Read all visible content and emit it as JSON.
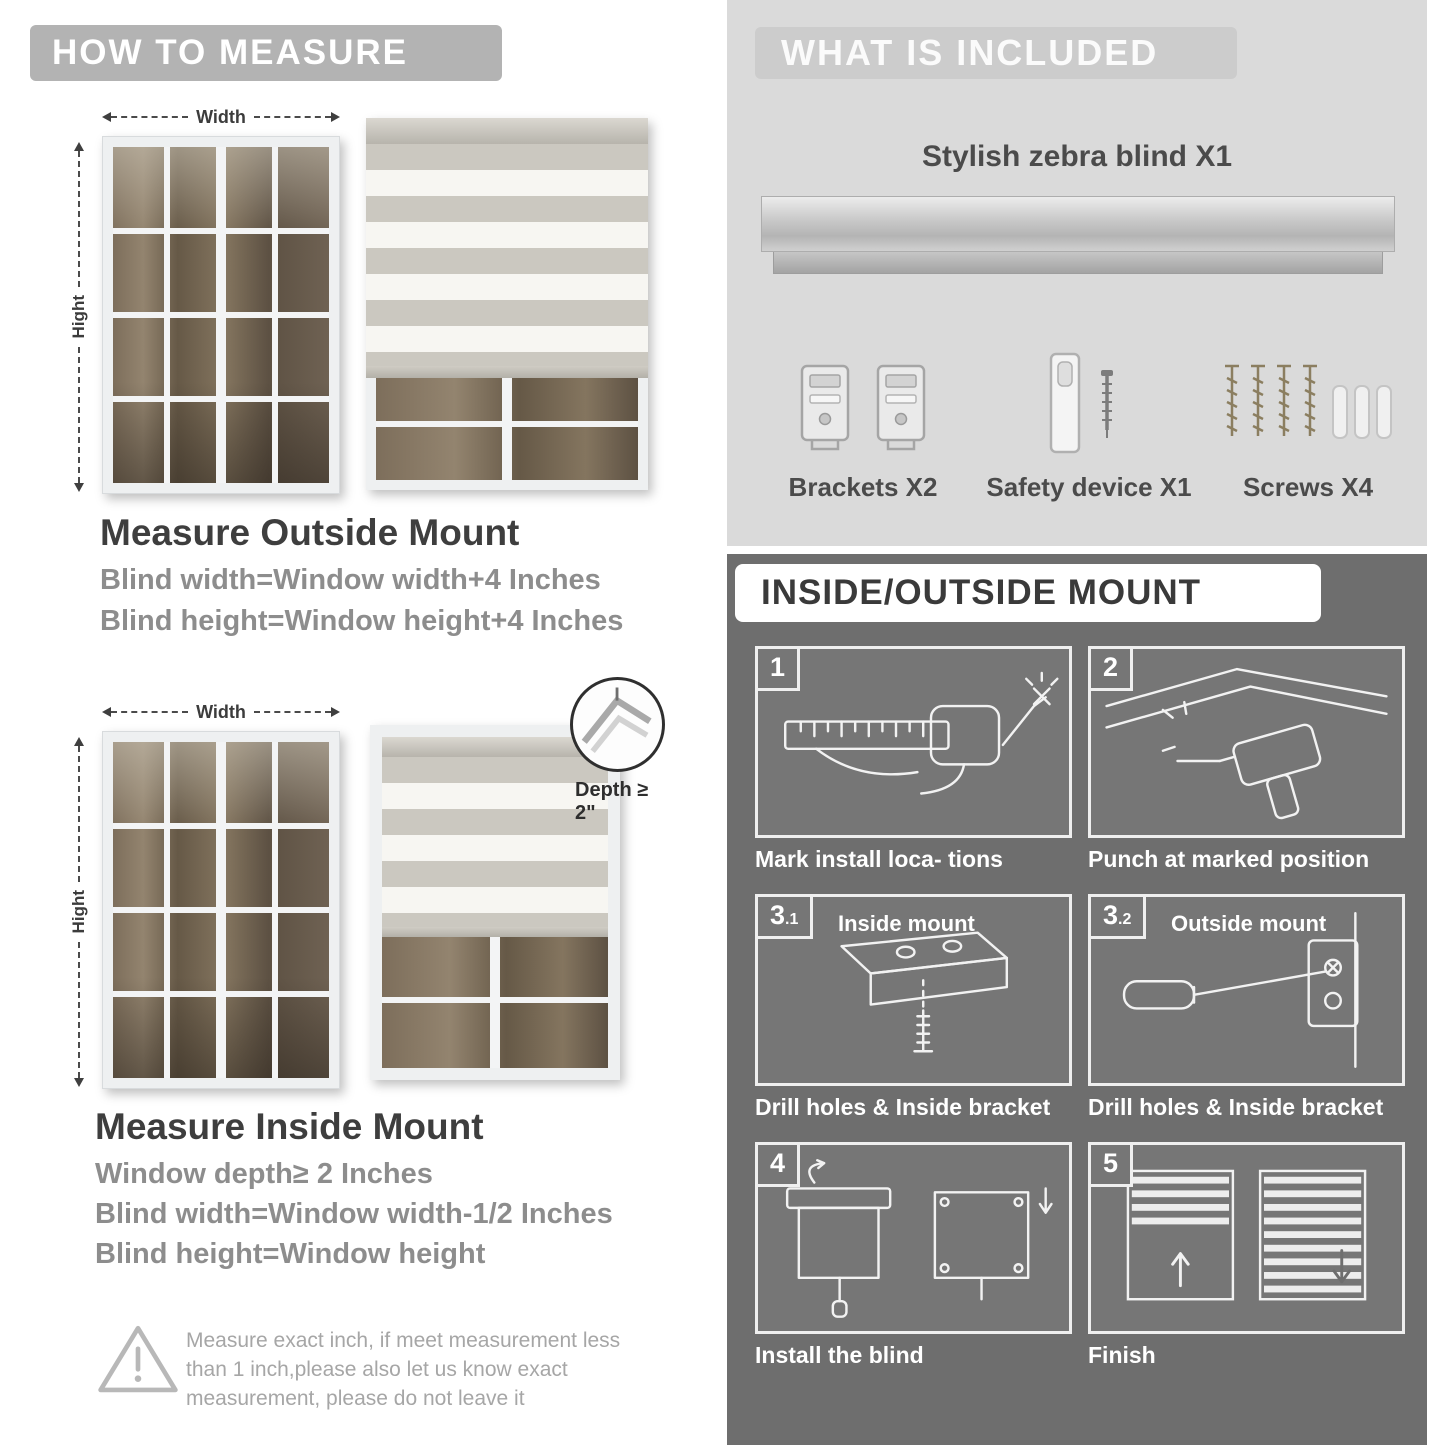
{
  "measure": {
    "header": "HOW TO MEASURE",
    "outside": {
      "width_label": "Width",
      "height_label": "Hight",
      "title": "Measure Outside Mount",
      "line1": "Blind width=Window width+4 Inches",
      "line2": "Blind height=Window height+4 Inches"
    },
    "inside": {
      "width_label": "Width",
      "height_label": "Hight",
      "depth_label": "Depth ≥ 2\"",
      "title": "Measure Inside Mount",
      "line1": "Window depth≥ 2 Inches",
      "line2": "Blind width=Window width-1/2 Inches",
      "line3": "Blind height=Window height"
    },
    "warning_text": "Measure exact inch, if meet measurement less than 1 inch,please also let us know exact measurement, please do not leave it"
  },
  "included": {
    "header": "WHAT IS INCLUDED",
    "product_label": "Stylish zebra blind X1",
    "items": [
      {
        "label": "Brackets X2"
      },
      {
        "label": "Safety device X1"
      },
      {
        "label": "Screws X4"
      }
    ]
  },
  "mount_steps": {
    "header": "INSIDE/OUTSIDE MOUNT",
    "steps": [
      {
        "badge": "1",
        "caption": "Mark install loca- tions"
      },
      {
        "badge": "2",
        "caption": "Punch at  marked position"
      },
      {
        "badge": "3",
        "badge_sub": ".1",
        "label": "Inside mount",
        "caption": "Drill holes &  Inside bracket"
      },
      {
        "badge": "3",
        "badge_sub": ".2",
        "label": "Outside mount",
        "caption": "Drill holes &  Inside bracket"
      },
      {
        "badge": "4",
        "caption": "Install the blind"
      },
      {
        "badge": "5",
        "caption": "Finish"
      }
    ]
  },
  "colors": {
    "banner_gray": "#b3b3b3",
    "included_bg": "#dadada",
    "mount_bg": "#6e6e6e"
  }
}
